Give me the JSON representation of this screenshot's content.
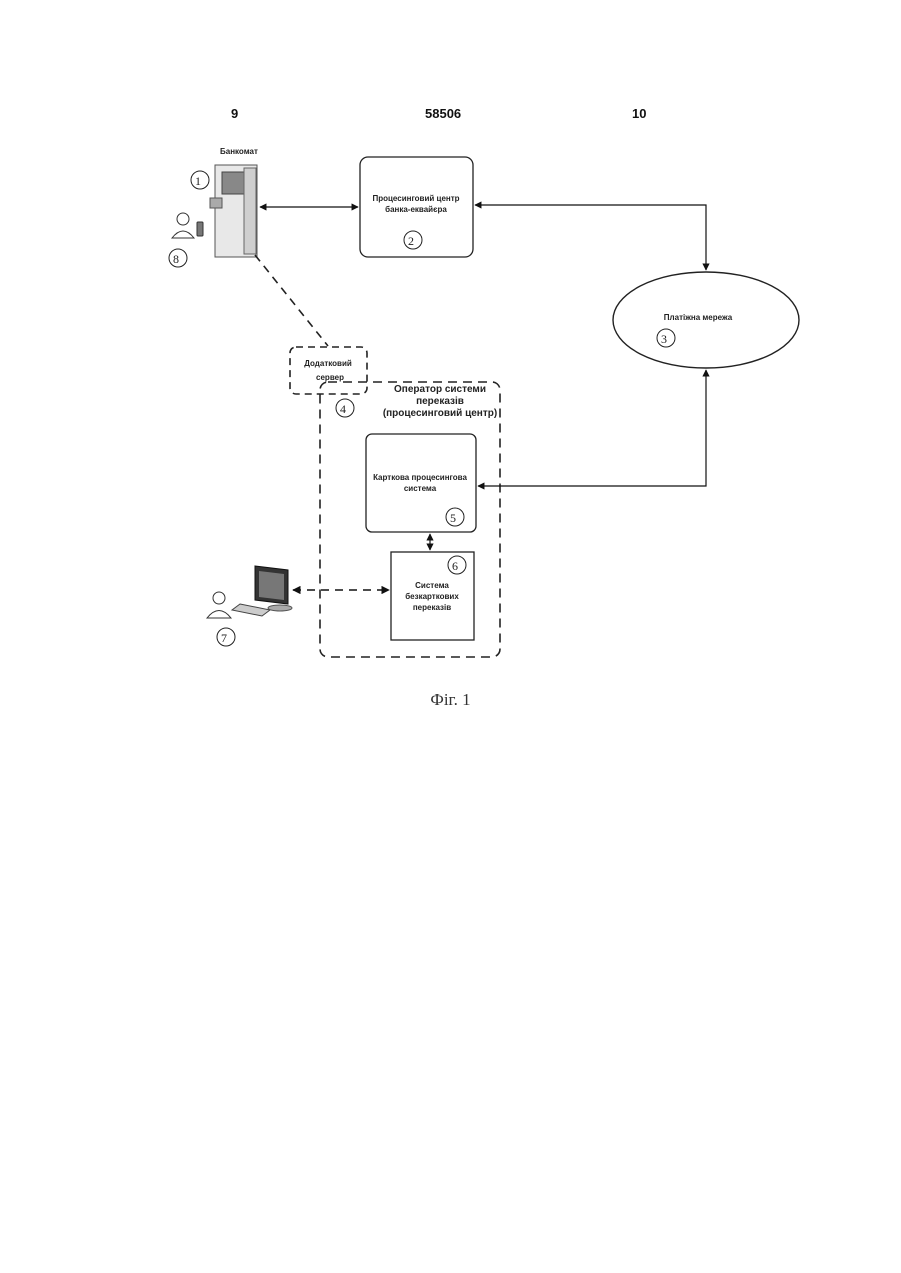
{
  "header": {
    "left_page": "9",
    "patent_number": "58506",
    "right_page": "10"
  },
  "figure": {
    "atm_label": "Банкомат",
    "processing_center_label_1": "Процесинговий центр",
    "processing_center_label_2": "банка-еквайєра",
    "payment_network_label": "Платіжна мережа",
    "additional_server_label_1": "Додатковий",
    "additional_server_label_2": "сервер",
    "operator_label_1": "Оператор системи",
    "operator_label_2": "переказів",
    "operator_label_3": "(процесинговий центр)",
    "card_system_label_1": "Карткова процесингова",
    "card_system_label_2": "система",
    "cardless_label_1": "Система",
    "cardless_label_2": "безкарткових",
    "cardless_label_3": "переказів",
    "numbers": {
      "n1": "1",
      "n2": "2",
      "n3": "3",
      "n4": "4",
      "n5": "5",
      "n6": "6",
      "n7": "7",
      "n8": "8"
    }
  },
  "caption": "Фіг. 1"
}
